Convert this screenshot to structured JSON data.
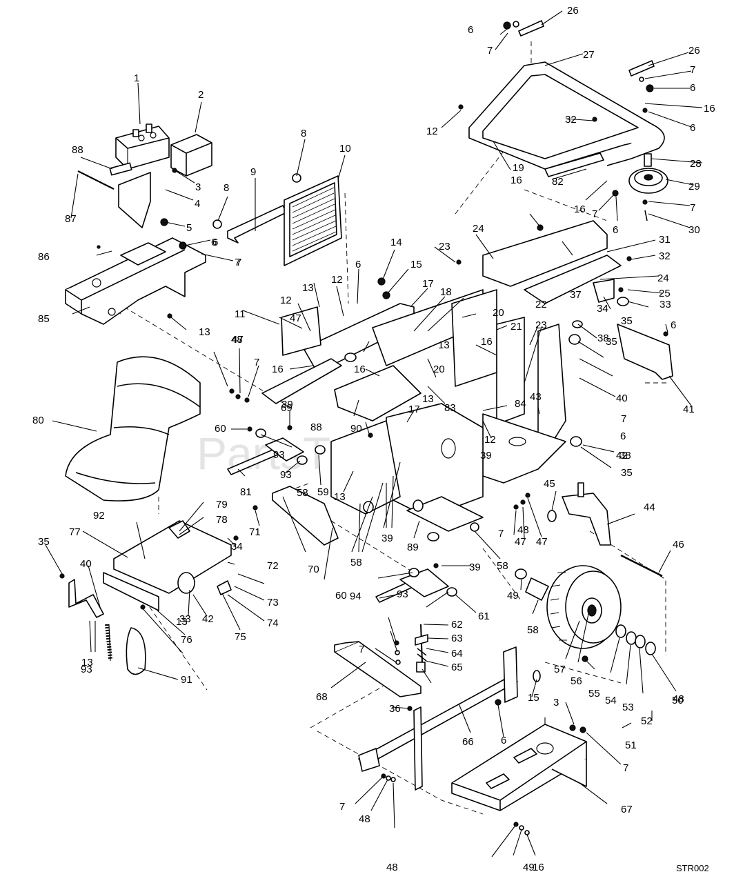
{
  "diagram": {
    "drawing_code": "STR002",
    "watermark": "PartsTree",
    "callouts": [
      {
        "id": "c-1",
        "label": "1"
      },
      {
        "id": "c-2",
        "label": "2"
      },
      {
        "id": "c-3a",
        "label": "3"
      },
      {
        "id": "c-4",
        "label": "4"
      },
      {
        "id": "c-5",
        "label": "5"
      },
      {
        "id": "c-6a",
        "label": "6"
      },
      {
        "id": "c-7a",
        "label": "7"
      },
      {
        "id": "c-8a",
        "label": "8"
      },
      {
        "id": "c-8b",
        "label": "8"
      },
      {
        "id": "c-9",
        "label": "9"
      },
      {
        "id": "c-10",
        "label": "10"
      },
      {
        "id": "c-11",
        "label": "11"
      },
      {
        "id": "c-12a",
        "label": "12"
      },
      {
        "id": "c-12b",
        "label": "12"
      },
      {
        "id": "c-12c",
        "label": "12"
      },
      {
        "id": "c-12d",
        "label": "12"
      },
      {
        "id": "c-13a",
        "label": "13"
      },
      {
        "id": "c-13b",
        "label": "13"
      },
      {
        "id": "c-13c",
        "label": "13"
      },
      {
        "id": "c-13d",
        "label": "13"
      },
      {
        "id": "c-13e",
        "label": "13"
      },
      {
        "id": "c-13f",
        "label": "13"
      },
      {
        "id": "c-13g",
        "label": "13"
      },
      {
        "id": "c-14",
        "label": "14"
      },
      {
        "id": "c-15a",
        "label": "15"
      },
      {
        "id": "c-15b",
        "label": "15"
      },
      {
        "id": "c-16a",
        "label": "16"
      },
      {
        "id": "c-16b",
        "label": "16"
      },
      {
        "id": "c-16c",
        "label": "16"
      },
      {
        "id": "c-16d",
        "label": "16"
      },
      {
        "id": "c-16e",
        "label": "16"
      },
      {
        "id": "c-16f",
        "label": "16"
      },
      {
        "id": "c-16g",
        "label": "16"
      },
      {
        "id": "c-17a",
        "label": "17"
      },
      {
        "id": "c-17b",
        "label": "17"
      },
      {
        "id": "c-18",
        "label": "18"
      },
      {
        "id": "c-19",
        "label": "19"
      },
      {
        "id": "c-20a",
        "label": "20"
      },
      {
        "id": "c-20b",
        "label": "20"
      },
      {
        "id": "c-21",
        "label": "21"
      },
      {
        "id": "c-22",
        "label": "22"
      },
      {
        "id": "c-23a",
        "label": "23"
      },
      {
        "id": "c-23b",
        "label": "23"
      },
      {
        "id": "c-24a",
        "label": "24"
      },
      {
        "id": "c-24b",
        "label": "24"
      },
      {
        "id": "c-25",
        "label": "25"
      },
      {
        "id": "c-26a",
        "label": "26"
      },
      {
        "id": "c-26b",
        "label": "26"
      },
      {
        "id": "c-27",
        "label": "27"
      },
      {
        "id": "c-28",
        "label": "28"
      },
      {
        "id": "c-29",
        "label": "29"
      },
      {
        "id": "c-30",
        "label": "30"
      },
      {
        "id": "c-31",
        "label": "31"
      },
      {
        "id": "c-32a",
        "label": "32"
      },
      {
        "id": "c-32b",
        "label": "32"
      },
      {
        "id": "c-33a",
        "label": "33"
      },
      {
        "id": "c-33b",
        "label": "33"
      },
      {
        "id": "c-34a",
        "label": "34"
      },
      {
        "id": "c-34b",
        "label": "34"
      },
      {
        "id": "c-35a",
        "label": "35"
      },
      {
        "id": "c-35b",
        "label": "35"
      },
      {
        "id": "c-35c",
        "label": "35"
      },
      {
        "id": "c-35d",
        "label": "35"
      },
      {
        "id": "c-36",
        "label": "36"
      },
      {
        "id": "c-37",
        "label": "37"
      },
      {
        "id": "c-38a",
        "label": "38"
      },
      {
        "id": "c-38b",
        "label": "38"
      },
      {
        "id": "c-39a",
        "label": "39"
      },
      {
        "id": "c-39b",
        "label": "39"
      },
      {
        "id": "c-39c",
        "label": "39"
      },
      {
        "id": "c-39d",
        "label": "39"
      },
      {
        "id": "c-40a",
        "label": "40"
      },
      {
        "id": "c-40b",
        "label": "40"
      },
      {
        "id": "c-41",
        "label": "41"
      },
      {
        "id": "c-42a",
        "label": "42"
      },
      {
        "id": "c-42b",
        "label": "42"
      },
      {
        "id": "c-43",
        "label": "43"
      },
      {
        "id": "c-44",
        "label": "44"
      },
      {
        "id": "c-45",
        "label": "45"
      },
      {
        "id": "c-46",
        "label": "46"
      },
      {
        "id": "c-47a",
        "label": "47"
      },
      {
        "id": "c-47b",
        "label": "47"
      },
      {
        "id": "c-47c",
        "label": "47"
      },
      {
        "id": "c-47d",
        "label": "47"
      },
      {
        "id": "c-48a",
        "label": "48"
      },
      {
        "id": "c-48b",
        "label": "48"
      },
      {
        "id": "c-48c",
        "label": "48"
      },
      {
        "id": "c-48d",
        "label": "48"
      },
      {
        "id": "c-48e",
        "label": "48"
      },
      {
        "id": "c-49a",
        "label": "49"
      },
      {
        "id": "c-49b",
        "label": "49"
      },
      {
        "id": "c-50",
        "label": "50"
      },
      {
        "id": "c-51",
        "label": "51"
      },
      {
        "id": "c-52",
        "label": "52"
      },
      {
        "id": "c-53",
        "label": "53"
      },
      {
        "id": "c-54",
        "label": "54"
      },
      {
        "id": "c-55",
        "label": "55"
      },
      {
        "id": "c-56",
        "label": "56"
      },
      {
        "id": "c-57",
        "label": "57"
      },
      {
        "id": "c-58a",
        "label": "58"
      },
      {
        "id": "c-58b",
        "label": "58"
      },
      {
        "id": "c-58c",
        "label": "58"
      },
      {
        "id": "c-58d",
        "label": "58"
      },
      {
        "id": "c-59",
        "label": "59"
      },
      {
        "id": "c-60a",
        "label": "60"
      },
      {
        "id": "c-60b",
        "label": "60"
      },
      {
        "id": "c-61",
        "label": "61"
      },
      {
        "id": "c-62",
        "label": "62"
      },
      {
        "id": "c-63",
        "label": "63"
      },
      {
        "id": "c-64",
        "label": "64"
      },
      {
        "id": "c-65",
        "label": "65"
      },
      {
        "id": "c-66",
        "label": "66"
      },
      {
        "id": "c-67",
        "label": "67"
      },
      {
        "id": "c-68",
        "label": "68"
      },
      {
        "id": "c-69",
        "label": "69"
      },
      {
        "id": "c-70",
        "label": "70"
      },
      {
        "id": "c-71",
        "label": "71"
      },
      {
        "id": "c-72",
        "label": "72"
      },
      {
        "id": "c-73",
        "label": "73"
      },
      {
        "id": "c-74",
        "label": "74"
      },
      {
        "id": "c-75",
        "label": "75"
      },
      {
        "id": "c-76",
        "label": "76"
      },
      {
        "id": "c-77",
        "label": "77"
      },
      {
        "id": "c-78",
        "label": "78"
      },
      {
        "id": "c-79",
        "label": "79"
      },
      {
        "id": "c-80",
        "label": "80"
      },
      {
        "id": "c-81",
        "label": "81"
      },
      {
        "id": "c-82",
        "label": "82"
      },
      {
        "id": "c-83",
        "label": "83"
      },
      {
        "id": "c-84",
        "label": "84"
      },
      {
        "id": "c-85",
        "label": "85"
      },
      {
        "id": "c-86",
        "label": "86"
      },
      {
        "id": "c-87",
        "label": "87"
      },
      {
        "id": "c-88a",
        "label": "88"
      },
      {
        "id": "c-88b",
        "label": "88"
      },
      {
        "id": "c-89",
        "label": "89"
      },
      {
        "id": "c-90",
        "label": "90"
      },
      {
        "id": "c-91",
        "label": "91"
      },
      {
        "id": "c-92",
        "label": "92"
      },
      {
        "id": "c-93a",
        "label": "93"
      },
      {
        "id": "c-93b",
        "label": "93"
      },
      {
        "id": "c-93c",
        "label": "93"
      },
      {
        "id": "c-93d",
        "label": "93"
      },
      {
        "id": "c-94",
        "label": "94"
      },
      {
        "id": "c-6b",
        "label": "6"
      },
      {
        "id": "c-6c",
        "label": "6"
      },
      {
        "id": "c-6d",
        "label": "6"
      },
      {
        "id": "c-6e",
        "label": "6"
      },
      {
        "id": "c-6f",
        "label": "6"
      },
      {
        "id": "c-6g",
        "label": "6"
      },
      {
        "id": "c-6h",
        "label": "6"
      },
      {
        "id": "c-6i",
        "label": "6"
      },
      {
        "id": "c-6j",
        "label": "6"
      },
      {
        "id": "c-7b",
        "label": "7"
      },
      {
        "id": "c-7c",
        "label": "7"
      },
      {
        "id": "c-7d",
        "label": "7"
      },
      {
        "id": "c-7e",
        "label": "7"
      },
      {
        "id": "c-7f",
        "label": "7"
      },
      {
        "id": "c-7g",
        "label": "7"
      },
      {
        "id": "c-7h",
        "label": "7"
      },
      {
        "id": "c-7i",
        "label": "7"
      },
      {
        "id": "c-7j",
        "label": "7"
      },
      {
        "id": "c-7k",
        "label": "7"
      },
      {
        "id": "c-7l",
        "label": "7"
      },
      {
        "id": "c-3b",
        "label": "3"
      }
    ]
  }
}
